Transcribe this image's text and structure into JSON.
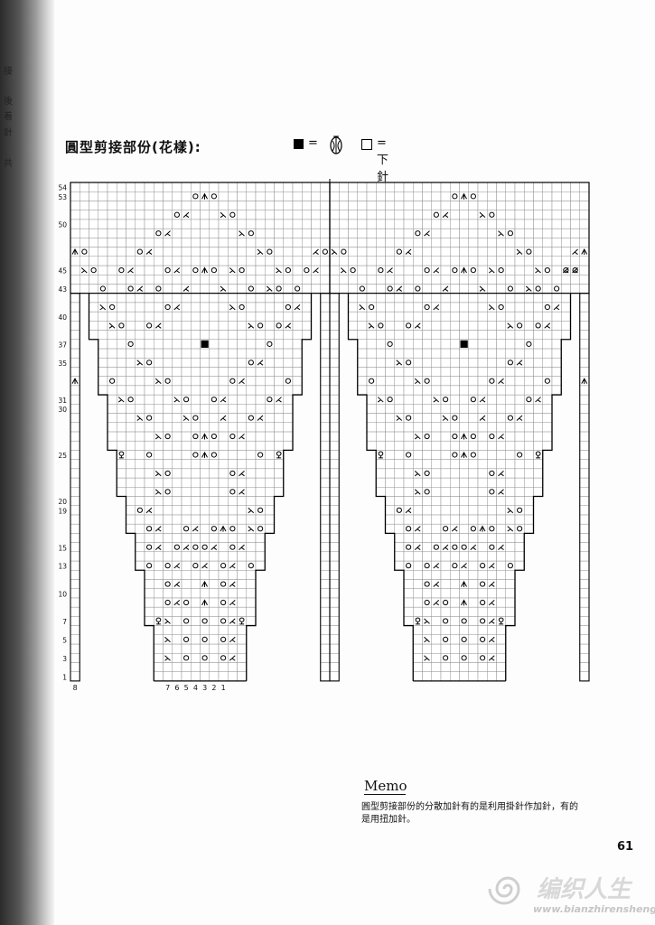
{
  "margin_text": [
    "接",
    "後",
    "着",
    "針",
    "共"
  ],
  "title": "圓型剪接部份(花樣):",
  "legend": {
    "equals": "=",
    "black_square_icon": "black-square",
    "bobble_icon": "bobble-stitch",
    "white_square_icon": "empty-square",
    "white_square_label": "下針"
  },
  "chart": {
    "row_labels": [
      "54",
      "53",
      "50",
      "45",
      "43",
      "40",
      "37",
      "35",
      "31",
      "30",
      "25",
      "20",
      "19",
      "15",
      "13",
      "10",
      "7",
      "5",
      "3",
      "1"
    ],
    "stitch_numbers": [
      "7",
      "6",
      "5",
      "4",
      "3",
      "2",
      "1"
    ],
    "left_column_number": "8"
  },
  "memo": {
    "heading": "Memo",
    "lines": [
      "圓型剪接部份的分散加針有的是利用掛針作加針，有的",
      "是用扭加針。"
    ]
  },
  "page_number": "61",
  "watermark": {
    "name": "编织人生",
    "url": "www.bianzhirensheng.com"
  }
}
